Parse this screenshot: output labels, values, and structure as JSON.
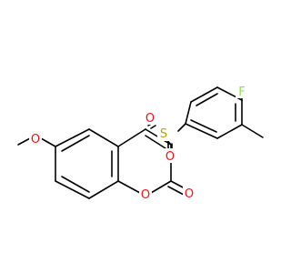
{
  "molecule": {
    "atom_labels": {
      "methoxy_oxygen": "O",
      "ring_oxygen": "O",
      "carbonyl_oxygen": "O",
      "sulfur": "S",
      "sulfonyl_oxygen_upper": "O",
      "sulfonyl_oxygen_lower": "O",
      "fluorine": "F"
    },
    "colors": {
      "bond": "#000000",
      "oxygen": "#ff0d0d",
      "sulfur": "#b8a300",
      "fluorine": "#90e050"
    }
  }
}
